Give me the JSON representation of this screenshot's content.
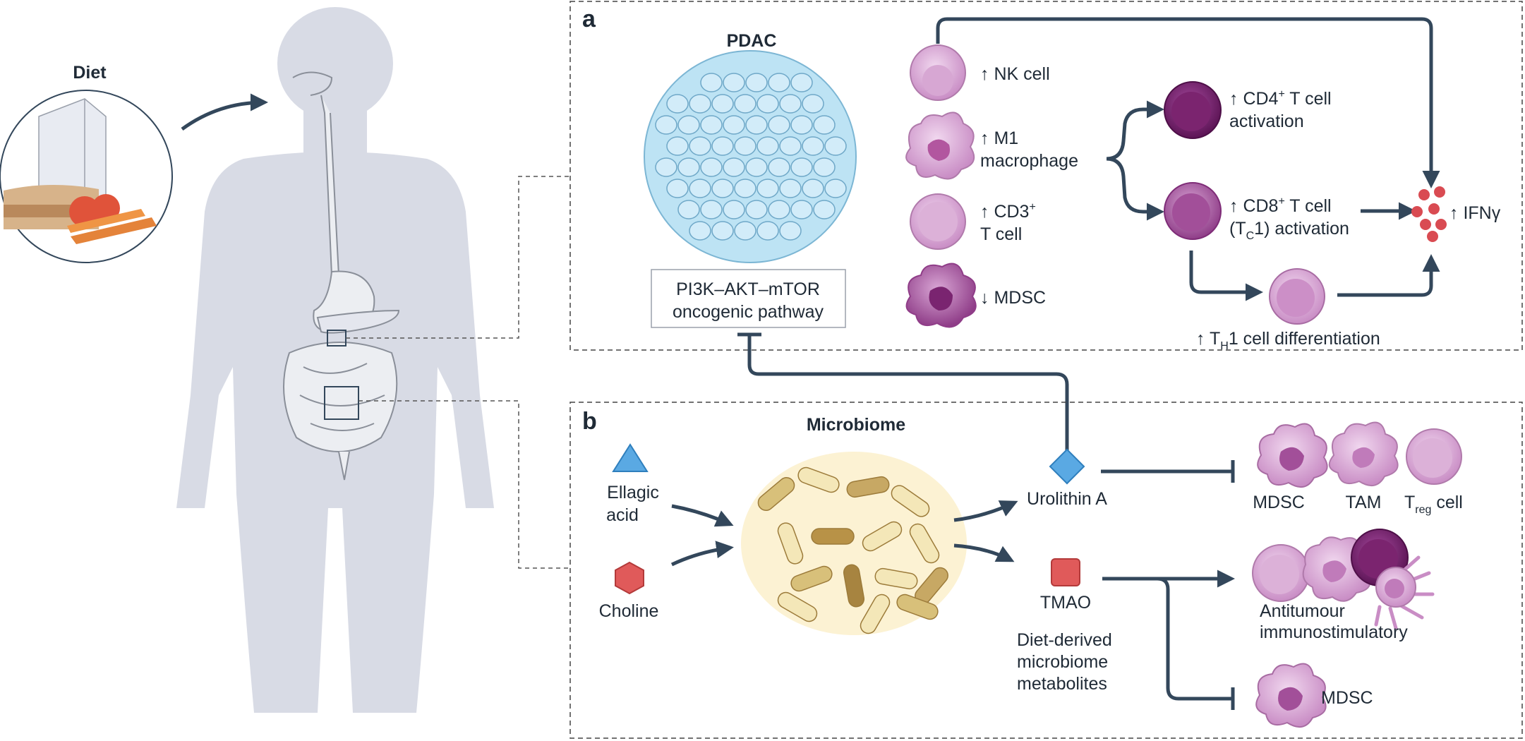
{
  "colors": {
    "body_silhouette": "#d8dbe5",
    "arrow": "#33475b",
    "cell_light": "#e6c3e3",
    "cell_dark": "#6e1c66",
    "tumour": "#bde3f4",
    "ifng_dot": "#d94b52",
    "urolithin": "#5aa9e3",
    "choline": "#e05a5a"
  },
  "left": {
    "diet_label": "Diet"
  },
  "panel_a": {
    "letter": "a",
    "pdac_title": "PDAC",
    "pathway_box": [
      "PI3K–AKT–mTOR",
      "oncogenic pathway"
    ],
    "nk": "↑ NK cell",
    "m1": [
      "↑ M1",
      "macrophage"
    ],
    "cd3": [
      "↑ CD3",
      "+",
      "T cell"
    ],
    "mdsc": "↓ MDSC",
    "cd4": [
      "↑ CD4",
      "+",
      " T cell",
      "activation"
    ],
    "cd8": [
      "↑ CD8",
      "+",
      " T cell",
      "(T",
      "C",
      "1) activation"
    ],
    "ifng": "↑ IFNγ",
    "th1": [
      "↑ T",
      "H",
      "1 cell differentiation"
    ]
  },
  "panel_b": {
    "letter": "b",
    "microbiome_title": "Microbiome",
    "ellagic": [
      "Ellagic",
      "acid"
    ],
    "choline": "Choline",
    "urolithin": "Urolithin A",
    "tmao": "TMAO",
    "metabolites": [
      "Diet-derived",
      "microbiome",
      "metabolites"
    ],
    "inhibited_cells": [
      "MDSC",
      "TAM",
      "T",
      "reg",
      " cell"
    ],
    "antitumour": [
      "Antitumour",
      "immunostimulatory"
    ],
    "mdsc_bottom": "MDSC"
  }
}
